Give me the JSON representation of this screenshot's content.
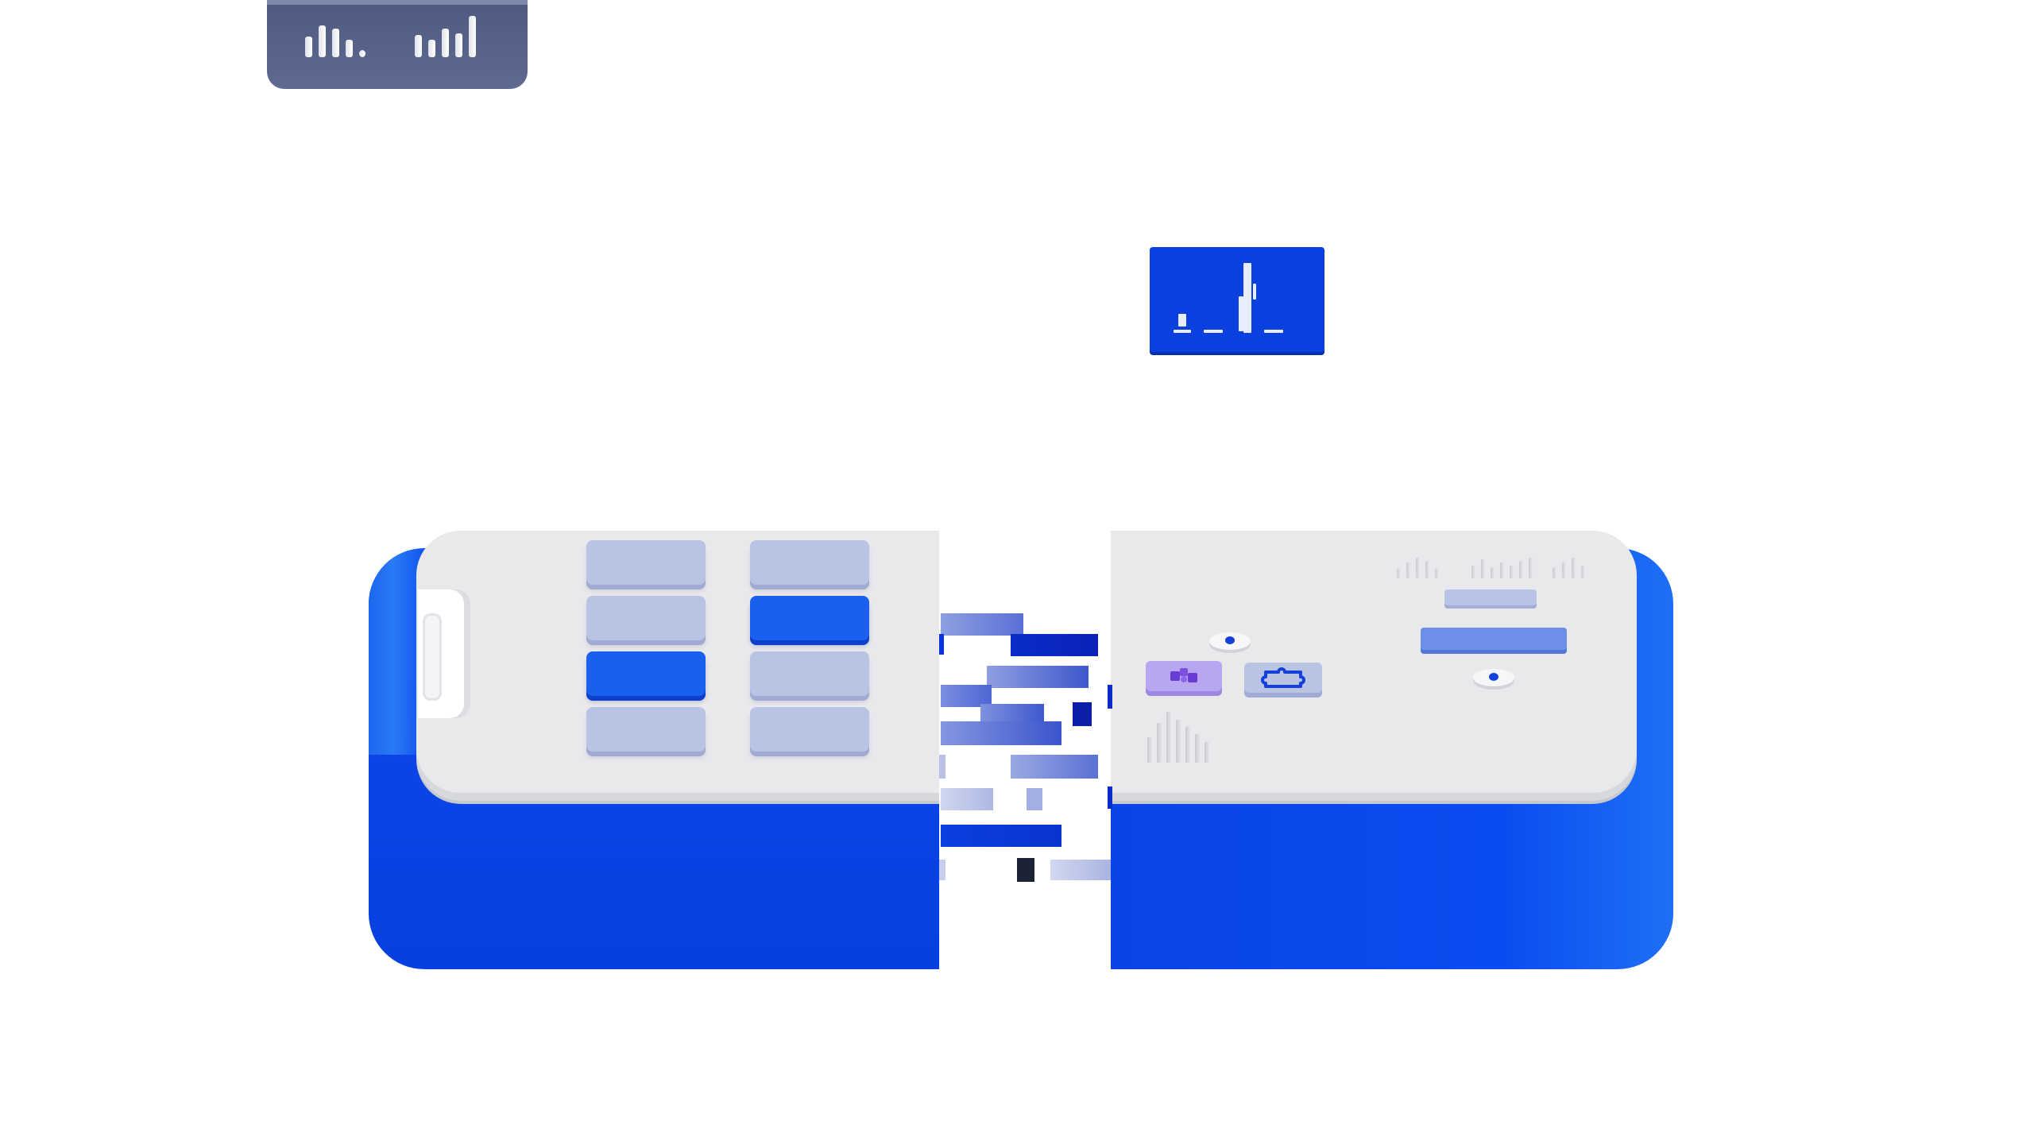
{
  "scene": {
    "accent_blue": "#0b4cf0",
    "plate_white": "#e9e9ec",
    "tile_light": "#b9c4e4",
    "tile_active": "#1a5fee",
    "card_grey": "#55608a",
    "card_blue": "#0a3fe0"
  },
  "left_grid": {
    "rows": 4,
    "columns": 2,
    "active_tiles": [
      "row2-col2",
      "row3-col1"
    ]
  },
  "icons": {
    "floating_grey_card": "bar-chart-icon",
    "floating_blue_card": "bar-chart-icon",
    "right_bars": "bar-chart-icon",
    "purple_tile": "puzzle-icon",
    "blue_outline_tile": "puzzle-outline-icon",
    "pins": "pin-icon"
  }
}
